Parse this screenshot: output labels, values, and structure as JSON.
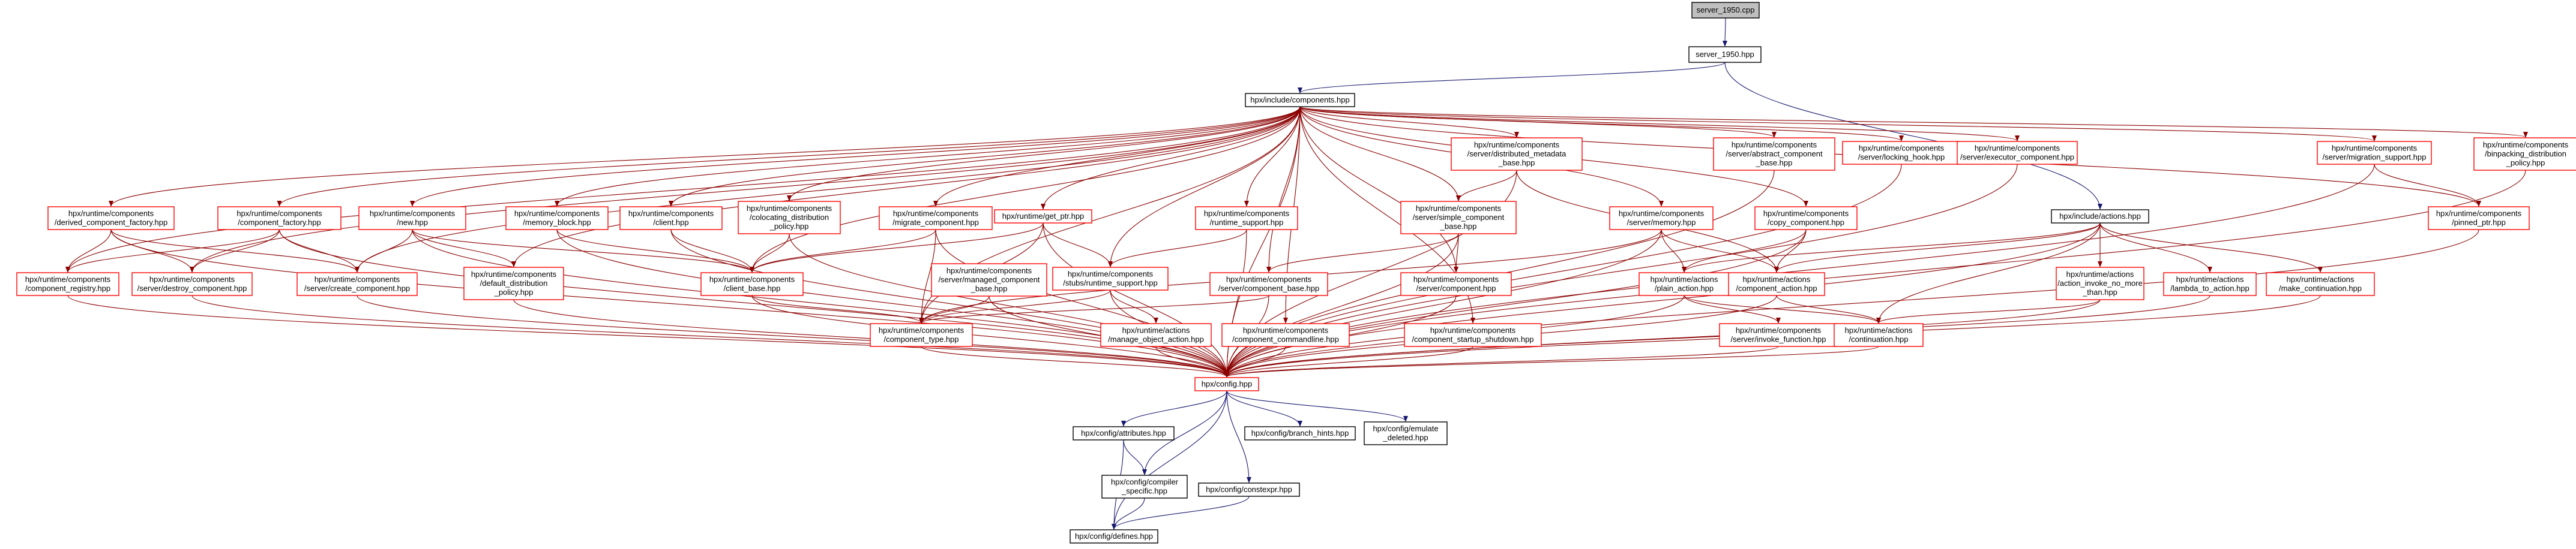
{
  "colors": {
    "background": "#ffffff",
    "root_fill": "#bfbfbf",
    "root_border": "#000000",
    "local_border": "#000000",
    "linked_border": "#ff0000",
    "edge_black": "#191970",
    "edge_red": "#8b0000"
  },
  "nodes": [
    {
      "id": "root",
      "lines": [
        "server_1950.cpp"
      ],
      "kind": "root"
    },
    {
      "id": "server1950hpp",
      "lines": [
        "server_1950.hpp"
      ],
      "kind": "local"
    },
    {
      "id": "components",
      "lines": [
        "hpx/include/components.hpp"
      ],
      "kind": "local"
    },
    {
      "id": "derived_factory",
      "lines": [
        "hpx/runtime/components",
        "/derived_component_factory.hpp"
      ],
      "kind": "linked"
    },
    {
      "id": "component_factory",
      "lines": [
        "hpx/runtime/components",
        "/component_factory.hpp"
      ],
      "kind": "linked"
    },
    {
      "id": "new",
      "lines": [
        "hpx/runtime/components",
        "/new.hpp"
      ],
      "kind": "linked"
    },
    {
      "id": "memory_block",
      "lines": [
        "hpx/runtime/components",
        "/memory_block.hpp"
      ],
      "kind": "linked"
    },
    {
      "id": "client",
      "lines": [
        "hpx/runtime/components",
        "/client.hpp"
      ],
      "kind": "linked"
    },
    {
      "id": "colocating",
      "lines": [
        "hpx/runtime/components",
        "/colocating_distribution",
        "_policy.hpp"
      ],
      "kind": "linked"
    },
    {
      "id": "migrate",
      "lines": [
        "hpx/runtime/components",
        "/migrate_component.hpp"
      ],
      "kind": "linked"
    },
    {
      "id": "get_ptr",
      "lines": [
        "hpx/runtime/get_ptr.hpp"
      ],
      "kind": "linked"
    },
    {
      "id": "runtime_support",
      "lines": [
        "hpx/runtime/components",
        "/runtime_support.hpp"
      ],
      "kind": "linked"
    },
    {
      "id": "distributed_metadata",
      "lines": [
        "hpx/runtime/components",
        "/server/distributed_metadata",
        "_base.hpp"
      ],
      "kind": "linked"
    },
    {
      "id": "simple_component",
      "lines": [
        "hpx/runtime/components",
        "/server/simple_component",
        "_base.hpp"
      ],
      "kind": "linked"
    },
    {
      "id": "server_memory",
      "lines": [
        "hpx/runtime/components",
        "/server/memory.hpp"
      ],
      "kind": "linked"
    },
    {
      "id": "copy_component",
      "lines": [
        "hpx/runtime/components",
        "/copy_component.hpp"
      ],
      "kind": "linked"
    },
    {
      "id": "abstract_component",
      "lines": [
        "hpx/runtime/components",
        "/server/abstract_component",
        "_base.hpp"
      ],
      "kind": "linked"
    },
    {
      "id": "locking_hook",
      "lines": [
        "hpx/runtime/components",
        "/server/locking_hook.hpp"
      ],
      "kind": "linked"
    },
    {
      "id": "executor_component",
      "lines": [
        "hpx/runtime/components",
        "/server/executor_component.hpp"
      ],
      "kind": "linked"
    },
    {
      "id": "migration_support",
      "lines": [
        "hpx/runtime/components",
        "/server/migration_support.hpp"
      ],
      "kind": "linked"
    },
    {
      "id": "binpacking",
      "lines": [
        "hpx/runtime/components",
        "/binpacking_distribution",
        "_policy.hpp"
      ],
      "kind": "linked"
    },
    {
      "id": "actions",
      "lines": [
        "hpx/include/actions.hpp"
      ],
      "kind": "local"
    },
    {
      "id": "pinned_ptr",
      "lines": [
        "hpx/runtime/components",
        "/pinned_ptr.hpp"
      ],
      "kind": "linked"
    },
    {
      "id": "component_registry",
      "lines": [
        "hpx/runtime/components",
        "/component_registry.hpp"
      ],
      "kind": "linked"
    },
    {
      "id": "destroy_component",
      "lines": [
        "hpx/runtime/components",
        "/server/destroy_component.hpp"
      ],
      "kind": "linked"
    },
    {
      "id": "create_component",
      "lines": [
        "hpx/runtime/components",
        "/server/create_component.hpp"
      ],
      "kind": "linked"
    },
    {
      "id": "default_distribution",
      "lines": [
        "hpx/runtime/components",
        "/default_distribution",
        "_policy.hpp"
      ],
      "kind": "linked"
    },
    {
      "id": "client_base",
      "lines": [
        "hpx/runtime/components",
        "/client_base.hpp"
      ],
      "kind": "linked"
    },
    {
      "id": "managed_component",
      "lines": [
        "hpx/runtime/components",
        "/server/managed_component",
        "_base.hpp"
      ],
      "kind": "linked"
    },
    {
      "id": "stubs_runtime_support",
      "lines": [
        "hpx/runtime/components",
        "/stubs/runtime_support.hpp"
      ],
      "kind": "linked"
    },
    {
      "id": "component_base",
      "lines": [
        "hpx/runtime/components",
        "/server/component_base.hpp"
      ],
      "kind": "linked"
    },
    {
      "id": "server_component",
      "lines": [
        "hpx/runtime/components",
        "/server/component.hpp"
      ],
      "kind": "linked"
    },
    {
      "id": "plain_action",
      "lines": [
        "hpx/runtime/actions",
        "/plain_action.hpp"
      ],
      "kind": "linked"
    },
    {
      "id": "component_action",
      "lines": [
        "hpx/runtime/actions",
        "/component_action.hpp"
      ],
      "kind": "linked"
    },
    {
      "id": "action_invoke",
      "lines": [
        "hpx/runtime/actions",
        "/action_invoke_no_more",
        "_than.hpp"
      ],
      "kind": "linked"
    },
    {
      "id": "lambda_to_action",
      "lines": [
        "hpx/runtime/actions",
        "/lambda_to_action.hpp"
      ],
      "kind": "linked"
    },
    {
      "id": "make_continuation",
      "lines": [
        "hpx/runtime/actions",
        "/make_continuation.hpp"
      ],
      "kind": "linked"
    },
    {
      "id": "component_type",
      "lines": [
        "hpx/runtime/components",
        "/component_type.hpp"
      ],
      "kind": "linked"
    },
    {
      "id": "manage_object",
      "lines": [
        "hpx/runtime/actions",
        "/manage_object_action.hpp"
      ],
      "kind": "linked"
    },
    {
      "id": "component_commandline",
      "lines": [
        "hpx/runtime/components",
        "/component_commandline.hpp"
      ],
      "kind": "linked"
    },
    {
      "id": "startup_shutdown",
      "lines": [
        "hpx/runtime/components",
        "/component_startup_shutdown.hpp"
      ],
      "kind": "linked"
    },
    {
      "id": "invoke_function",
      "lines": [
        "hpx/runtime/components",
        "/server/invoke_function.hpp"
      ],
      "kind": "linked"
    },
    {
      "id": "continuation",
      "lines": [
        "hpx/runtime/actions",
        "/continuation.hpp"
      ],
      "kind": "linked"
    },
    {
      "id": "config",
      "lines": [
        "hpx/config.hpp"
      ],
      "kind": "linked"
    },
    {
      "id": "attributes",
      "lines": [
        "hpx/config/attributes.hpp"
      ],
      "kind": "local"
    },
    {
      "id": "branch_hints",
      "lines": [
        "hpx/config/branch_hints.hpp"
      ],
      "kind": "local"
    },
    {
      "id": "emulate_deleted",
      "lines": [
        "hpx/config/emulate",
        "_deleted.hpp"
      ],
      "kind": "local"
    },
    {
      "id": "compiler_specific",
      "lines": [
        "hpx/config/compiler",
        "_specific.hpp"
      ],
      "kind": "local"
    },
    {
      "id": "constexpr",
      "lines": [
        "hpx/config/constexpr.hpp"
      ],
      "kind": "local"
    },
    {
      "id": "defines",
      "lines": [
        "hpx/config/defines.hpp"
      ],
      "kind": "local"
    }
  ]
}
